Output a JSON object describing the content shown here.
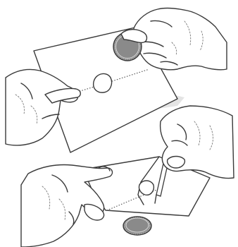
{
  "illustration": {
    "panels": [
      {
        "name": "top-panel",
        "objects": [
          "coin",
          "paper-sheet",
          "fold-dotted-line"
        ]
      },
      {
        "name": "bottom-panel",
        "objects": [
          "paper-sheet",
          "pen",
          "coin",
          "fold-dotted-line"
        ]
      }
    ],
    "colors": {
      "ink": "#3a3a3a",
      "coin": "#8a8a8a",
      "paper": "#ffffff",
      "shadow": "#e4e4e4"
    }
  }
}
